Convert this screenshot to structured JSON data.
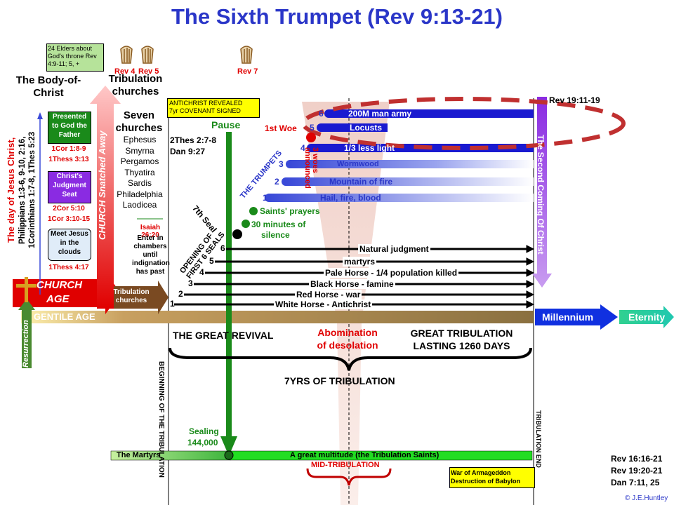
{
  "title": "The Sixth Trumpet (Rev 9:13-21)",
  "elders_box": "24 Elders about God's throne Rev 4:9-11; 5, +",
  "rev_labels": {
    "rev4": "Rev 4",
    "rev5": "Rev 5",
    "rev7": "Rev 7"
  },
  "headings": {
    "body_of_christ": "The Body-of-Christ",
    "tribulation_churches": "Tribulation churches",
    "seven_churches": "Seven churches"
  },
  "churches": [
    "Ephesus",
    "Smyrna",
    "Pergamos",
    "Thyatira",
    "Sardis",
    "Philadelphia",
    "Laodicea"
  ],
  "isaiah": {
    "ref": "Isaiah 26:20",
    "text": "Enter in chambers until indignation has past"
  },
  "day_of_christ": {
    "title": "The day of Jesus Christ,",
    "refs1": "Philippians 1:3-6, 9-10, 2:16,",
    "refs2": "1Corinthians 1:7-8, 1Thes 5:23"
  },
  "church_snatched": "CHURCH Snatched Away",
  "steps": [
    {
      "label": "Presented to God the Father",
      "ref1": "1Cor 1:8-9",
      "ref2": "1Thess 3:13"
    },
    {
      "label": "Christ's Judgment Seat",
      "ref1": "2Cor 5:10",
      "ref2": "1Cor 3:10-15"
    },
    {
      "label": "Meet Jesus in the clouds",
      "ref1": "1Thess 4:17",
      "ref2": ""
    }
  ],
  "church_age": {
    "line1": "CHURCH",
    "line2": "AGE"
  },
  "resurrection": "Resurrection",
  "tribulation_churches_arrow": "Tribulation churches",
  "gentile_age": "GENTILE AGE",
  "antichrist_box": {
    "line1": "ANTICHRIST  REVEALED",
    "line2": "7yr COVENANT  SIGNED"
  },
  "pause": "Pause",
  "thes": {
    "line1": "2Thes 2:7-8",
    "line2": "Dan 9:27"
  },
  "seventh_seal": "7th Seal",
  "opening_seals": "OPENING OF FIRST 6 SEALS",
  "saints_prayers": "Saints' prayers",
  "silence": {
    "line1": "30 minutes of",
    "line2": "silence"
  },
  "the_trumpets": "THE TRUMPETS",
  "first_woe": "1st Woe",
  "woes_announced": "3 woes announced",
  "trumpets": [
    {
      "n": "1",
      "label": "Hail, fire, blood"
    },
    {
      "n": "2",
      "label": "Mountain of fire"
    },
    {
      "n": "3",
      "label": "Wormwood"
    },
    {
      "n": "4",
      "label": "1/3 less light"
    },
    {
      "n": "5",
      "label": "Locusts"
    },
    {
      "n": "6",
      "label": "200M man army"
    }
  ],
  "seals": [
    {
      "n": "1",
      "label": "White Horse - Antichrist"
    },
    {
      "n": "2",
      "label": "Red Horse - war"
    },
    {
      "n": "3",
      "label": "Black Horse - famine"
    },
    {
      "n": "4",
      "label": "Pale Horse - 1/4 population killed"
    },
    {
      "n": "5",
      "label": "martyrs"
    },
    {
      "n": "6",
      "label": "Natural judgment"
    }
  ],
  "rev19_top": "Rev 19:11-19",
  "second_coming": "The Second Coming Of Christ",
  "millennium": "Millennium",
  "eternity": "Eternity",
  "great_revival": "THE GREAT REVIVAL",
  "abomination": {
    "line1": "Abomination",
    "line2": "of desolation"
  },
  "great_tribulation": {
    "line1": "GREAT TRIBULATION",
    "line2": "LASTING 1260 DAYS"
  },
  "seven_years": "7YRS OF TRIBULATION",
  "beginning": "BEGINNING OF THE TRIBULATION",
  "tribulation_end": "TRIBULATION END",
  "sealing": {
    "line1": "Sealing",
    "line2": "144,000"
  },
  "martyrs": "The Martyrs",
  "multitude": "A great multitude (the Tribulation Saints)",
  "mid_tribulation": "MID-TRIBULATION",
  "armageddon": {
    "line1": "War of Armageddon",
    "line2": "Destruction of Babylon"
  },
  "refs_bottom": [
    "Rev 16:16-21",
    "Rev 19:20-21",
    "Dan 7:11, 25"
  ],
  "copyright": "© J.E.Huntley",
  "colors": {
    "blue": "#2a36c8",
    "red": "#e00000",
    "green": "#1a8a1a",
    "purple": "#8a2be2"
  }
}
